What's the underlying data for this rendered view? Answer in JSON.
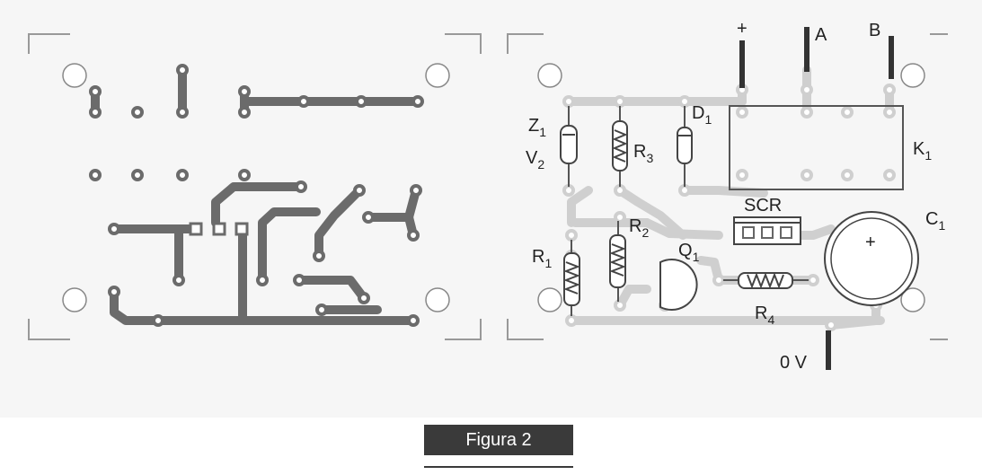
{
  "figure": {
    "caption": "Figura 2"
  },
  "terminals": {
    "plus": "+",
    "a": "A",
    "b": "B",
    "zero_v": "0 V"
  },
  "components": {
    "z1": {
      "letter": "Z",
      "sub": "1"
    },
    "v2": {
      "letter": "V",
      "sub": "2"
    },
    "r3": {
      "letter": "R",
      "sub": "3"
    },
    "d1": {
      "letter": "D",
      "sub": "1"
    },
    "k1": {
      "letter": "K",
      "sub": "1"
    },
    "scr": {
      "letter": "SCR"
    },
    "c1": {
      "letter": "C",
      "sub": "1",
      "polarity": "+"
    },
    "r2": {
      "letter": "R",
      "sub": "2"
    },
    "q1": {
      "letter": "Q",
      "sub": "1"
    },
    "r1": {
      "letter": "R",
      "sub": "1"
    },
    "r4": {
      "letter": "R",
      "sub": "4"
    }
  },
  "colors": {
    "copper_side": "#6b6b6b",
    "component_side_track": "#cfcfcf",
    "pad": "#ffffff",
    "outline": "#444444",
    "caption_bg": "#3a3a3a"
  }
}
